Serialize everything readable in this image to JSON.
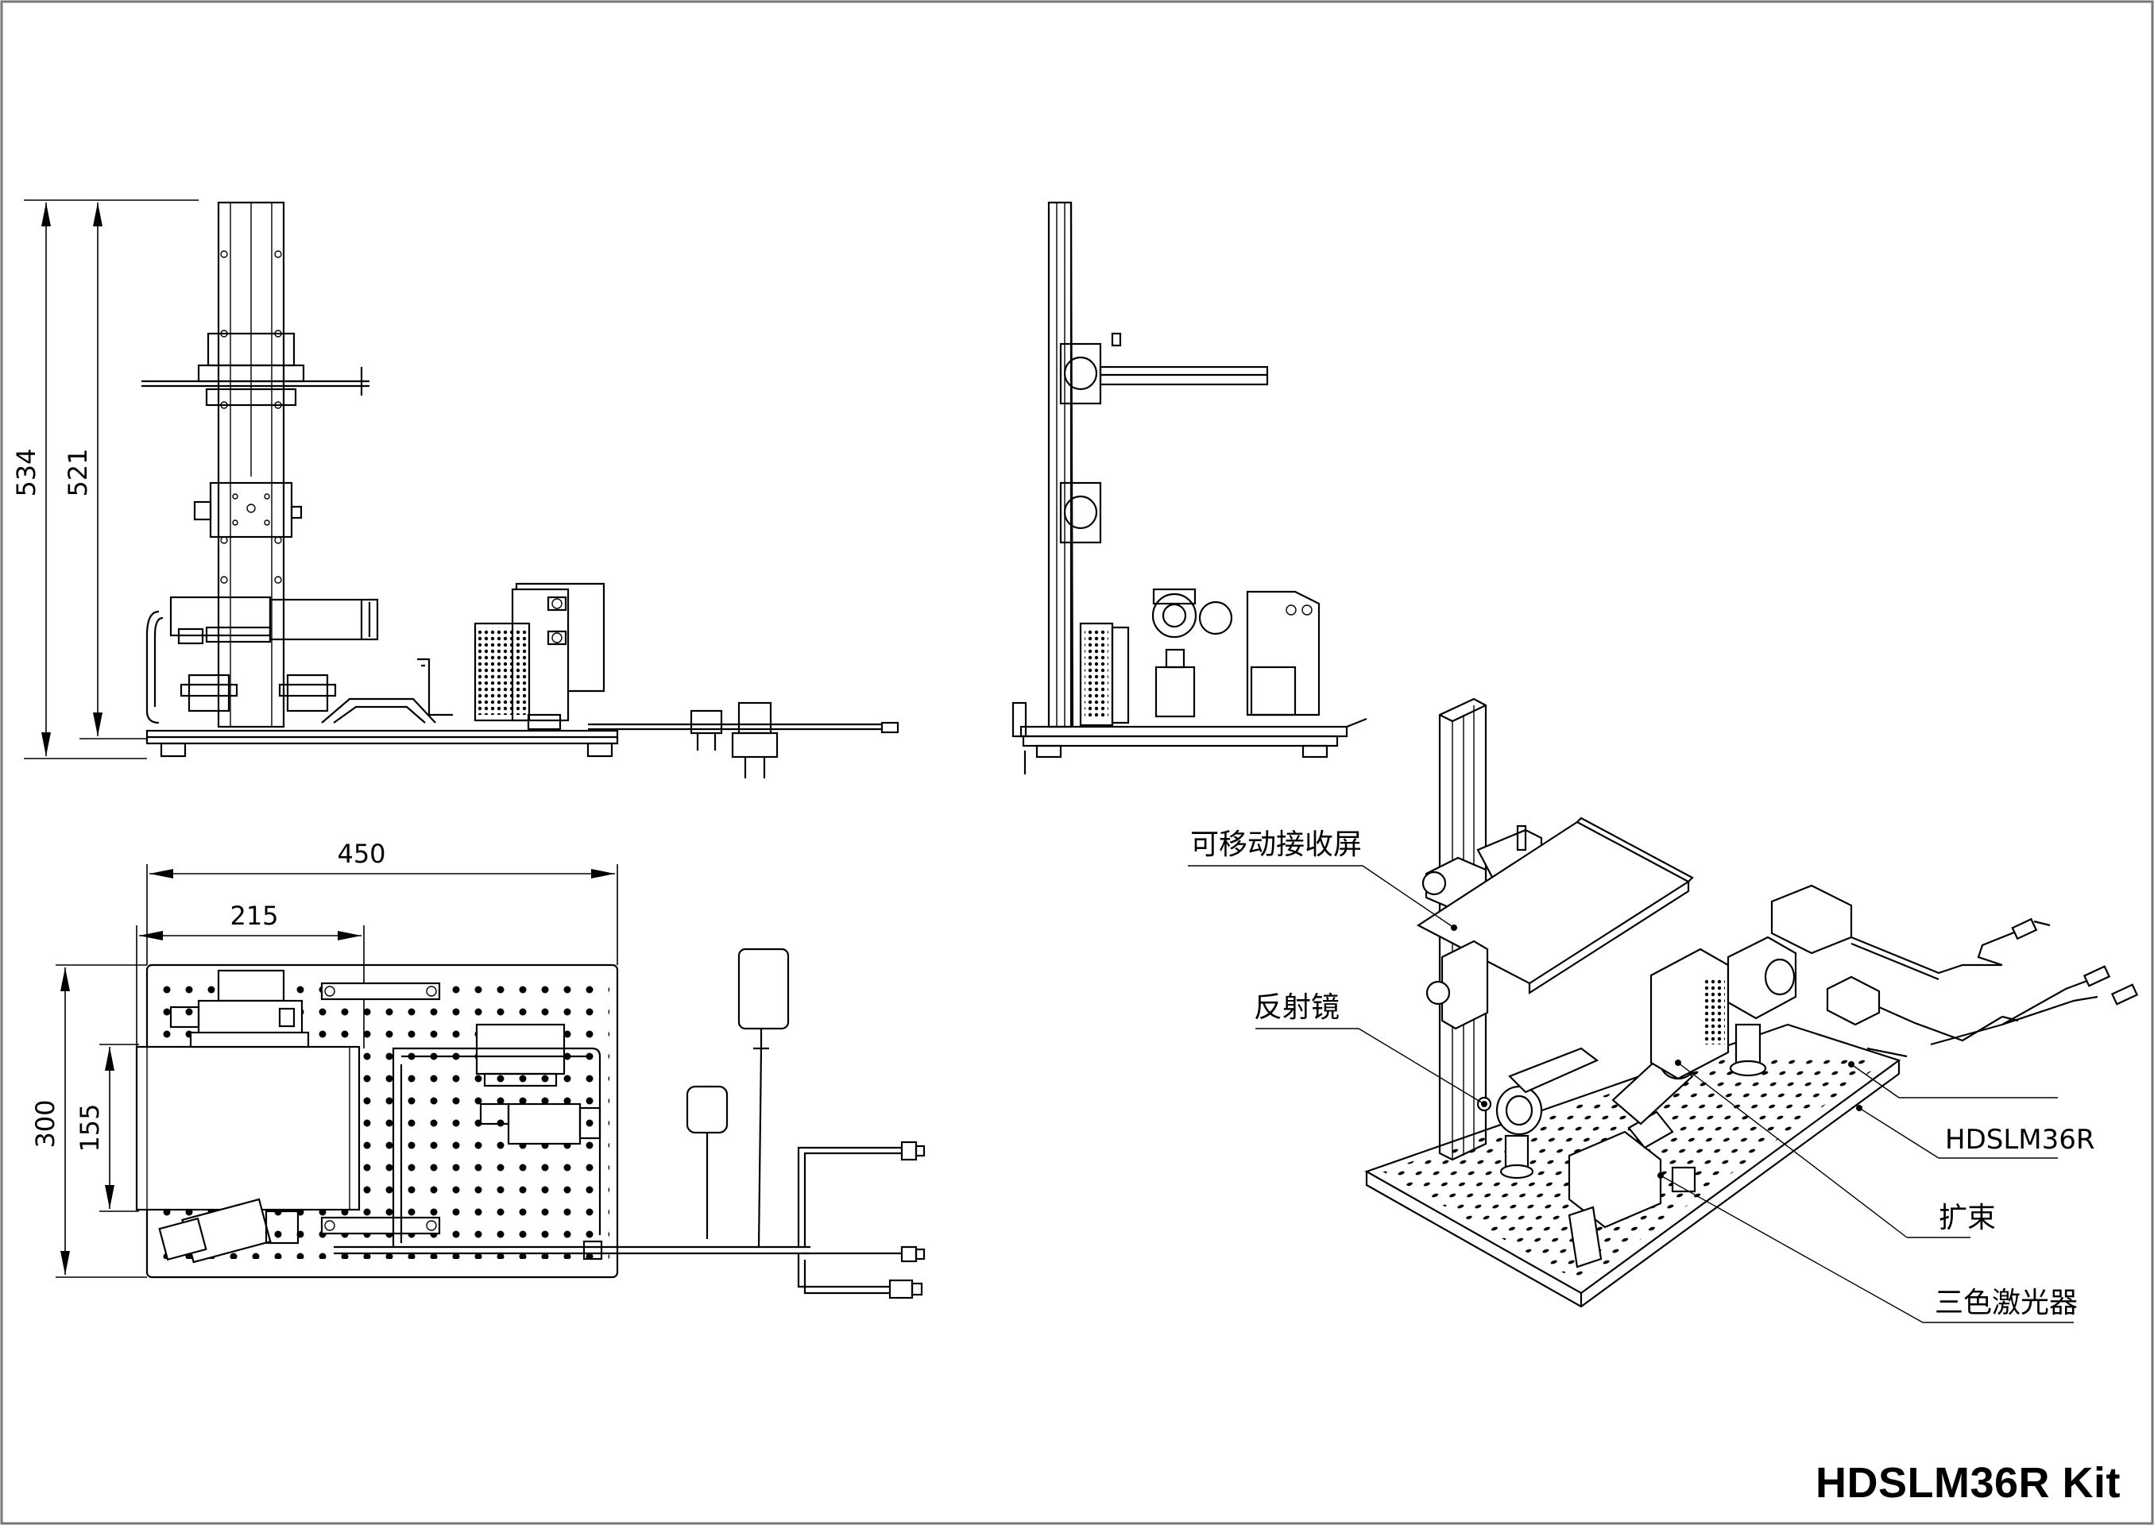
{
  "drawing": {
    "title": "HDSLM36R Kit",
    "front_view": {
      "height_outer": "534",
      "height_inner": "521"
    },
    "top_view": {
      "width_total": "450",
      "width_partial": "215",
      "depth_total": "300",
      "depth_partial": "155"
    },
    "iso_view": {
      "labels": {
        "screen": "可移动接收屏",
        "mirror": "反射镜",
        "slm": "HDSLM36R",
        "expander": "扩束",
        "laser": "三色激光器"
      }
    }
  }
}
